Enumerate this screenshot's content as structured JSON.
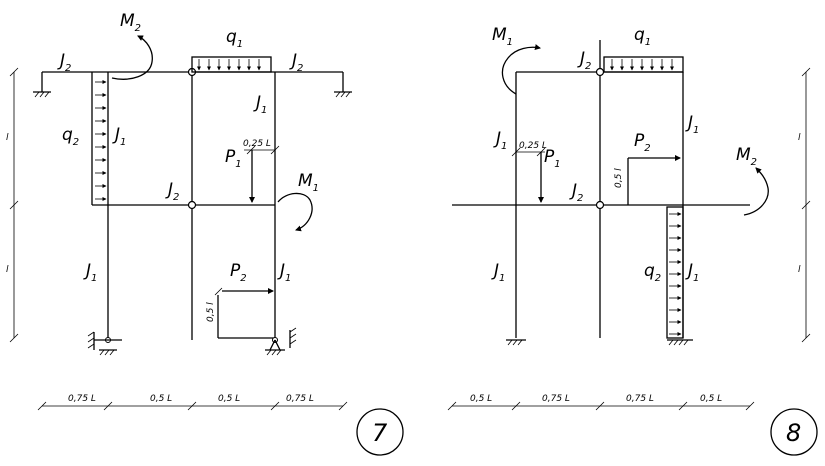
{
  "figure7": {
    "number": "7",
    "labels": {
      "M1": "M",
      "M1_sub": "1",
      "M2": "M",
      "M2_sub": "2",
      "q1": "q",
      "q1_sub": "1",
      "q2": "q",
      "q2_sub": "2",
      "P1": "P",
      "P1_sub": "1",
      "P2": "P",
      "P2_sub": "2",
      "J1": "J",
      "J1_sub": "1",
      "J2": "J",
      "J2_sub": "2"
    },
    "dims": {
      "d1": "0,75 L",
      "d2": "0,5 L",
      "d3": "0,5 L",
      "d4": "0,75 L",
      "p1_offset": "0,25 L",
      "p2_height": "0,5 l",
      "span": "l"
    }
  },
  "figure8": {
    "number": "8",
    "labels": {
      "M1": "M",
      "M1_sub": "1",
      "M2": "M",
      "M2_sub": "2",
      "q1": "q",
      "q1_sub": "1",
      "q2": "q",
      "q2_sub": "2",
      "P1": "P",
      "P1_sub": "1",
      "P2": "P",
      "P2_sub": "2",
      "J1": "J",
      "J1_sub": "1",
      "J2": "J",
      "J2_sub": "2"
    },
    "dims": {
      "d1": "0,5 L",
      "d2": "0,75 L",
      "d3": "0,75 L",
      "d4": "0,5 L",
      "p1_offset": "0,25 L",
      "p2_height": "0,5 l",
      "span": "l"
    }
  },
  "colors": {
    "ink": "#000000",
    "background": "#ffffff"
  }
}
